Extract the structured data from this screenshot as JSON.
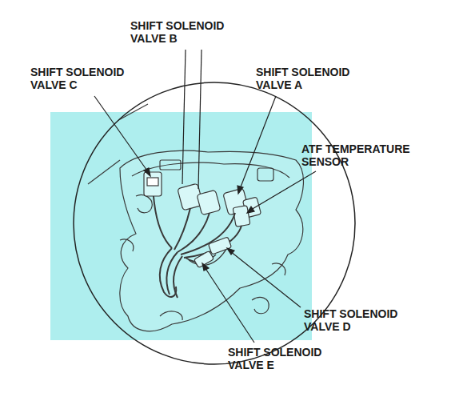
{
  "diagram": {
    "labels": [
      "SHIFT SOLENOID VALVE B",
      "SHIFT SOLENOID VALVE C",
      "SHIFT SOLENOID VALVE A",
      "ATF TEMPERATURE SENSOR",
      "SHIFT SOLENOID VALVE D",
      "SHIFT SOLENOID VALVE E"
    ]
  }
}
